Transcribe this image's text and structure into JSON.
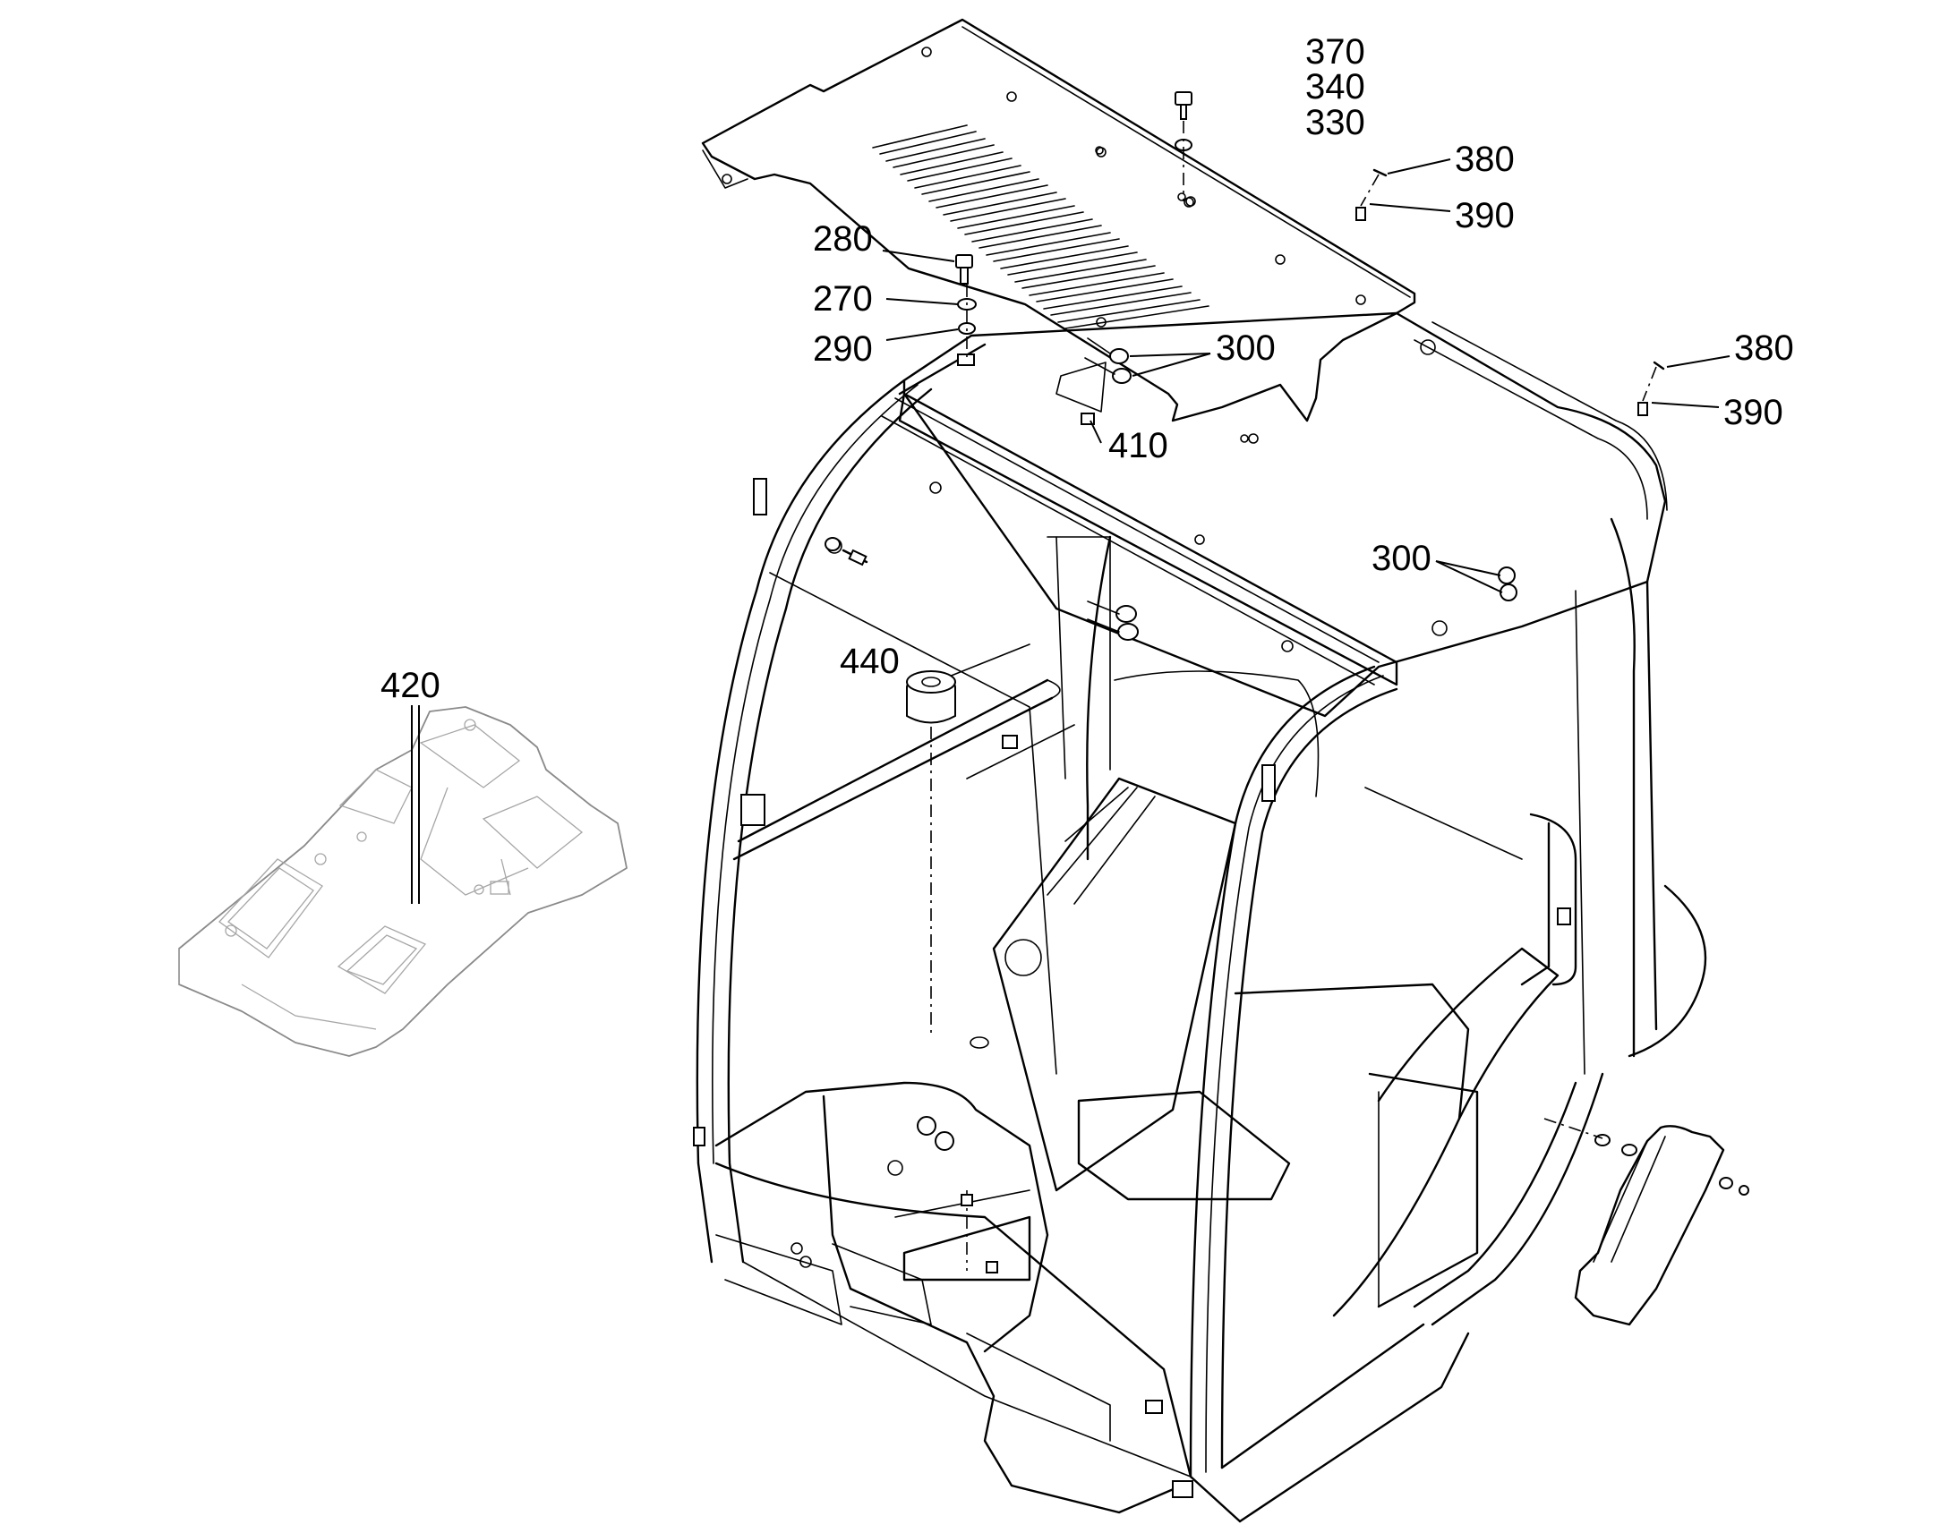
{
  "callouts": {
    "c370": "370",
    "c340": "340",
    "c330": "330",
    "c380_top": "380",
    "c390_top": "390",
    "c280": "280",
    "c270": "270",
    "c290": "290",
    "c300_top": "300",
    "c380_right": "380",
    "c390_right": "390",
    "c410": "410",
    "c300_mid": "300",
    "c440": "440",
    "c420": "420"
  },
  "colors": {
    "line": "#000000",
    "faded_part": "#8a8a8a",
    "background": "#ffffff"
  }
}
